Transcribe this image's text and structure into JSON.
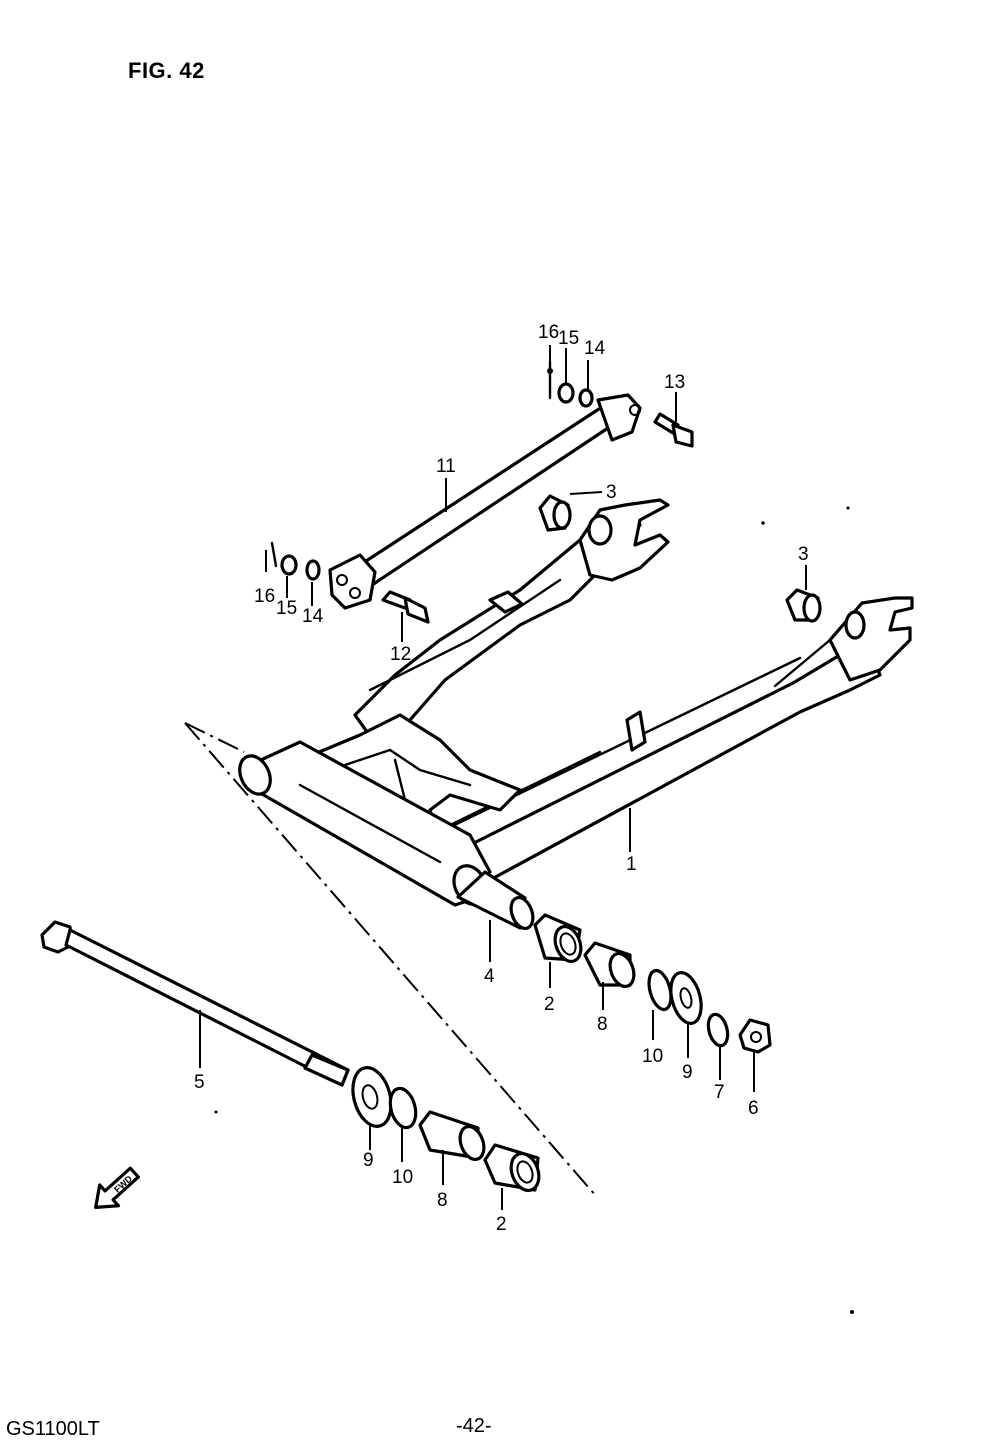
{
  "figure": {
    "title": "FIG. 42",
    "footer_model": "GS1100LT",
    "footer_page": "-42-",
    "fwd_label": "FWD"
  },
  "callouts": {
    "c16a": "16",
    "c15a": "15",
    "c14a": "14",
    "c13": "13",
    "c11": "11",
    "c3a": "3",
    "c3b": "3",
    "c16b": "16",
    "c15b": "15",
    "c14b": "14",
    "c12": "12",
    "c1": "1",
    "c4": "4",
    "c2a": "2",
    "c8a": "8",
    "c10a": "10",
    "c9a": "9",
    "c7": "7",
    "c6": "6",
    "c5": "5",
    "c9b": "9",
    "c10b": "10",
    "c8b": "8",
    "c2b": "2"
  }
}
